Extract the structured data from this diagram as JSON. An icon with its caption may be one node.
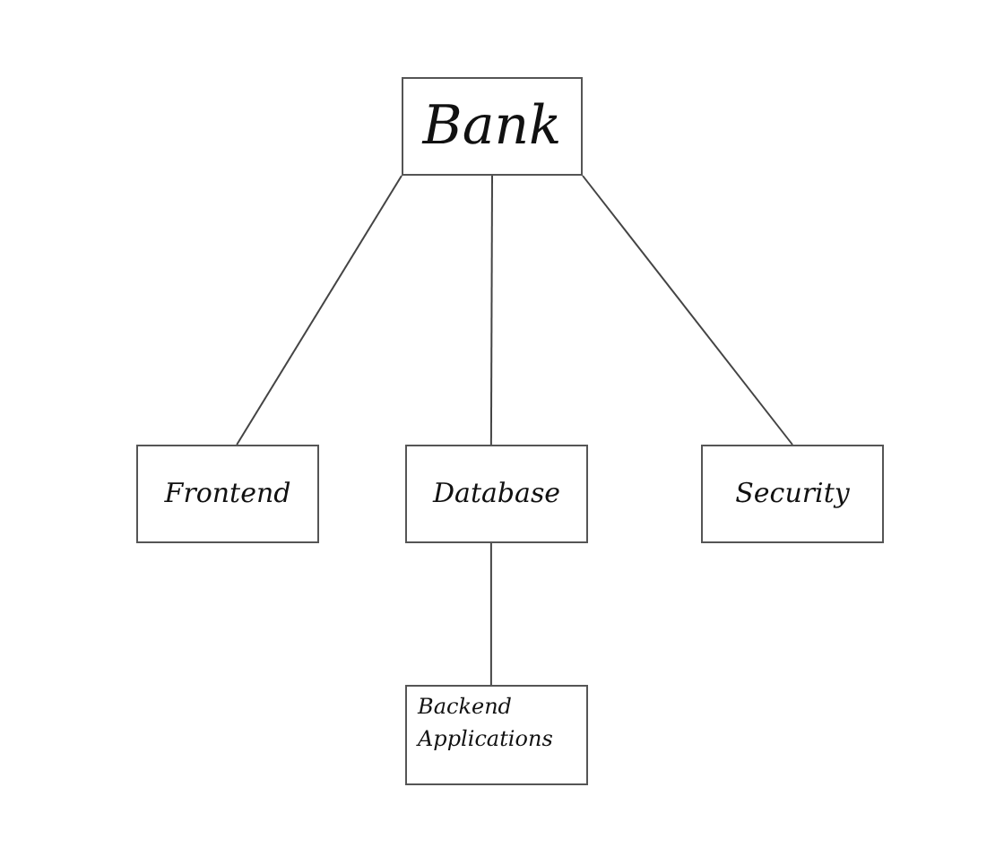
{
  "diagram": {
    "nodes": [
      {
        "text": [
          "Bank"
        ]
      },
      {
        "text": [
          "Frontend"
        ]
      },
      {
        "text": [
          "Database"
        ]
      },
      {
        "text": [
          "Security"
        ]
      },
      {
        "text": [
          "Backend Applications"
        ]
      }
    ],
    "edges": [
      {
        "from": 0,
        "to": 1,
        "arrow": "none"
      },
      {
        "from": 0,
        "to": 2,
        "arrow": "none"
      },
      {
        "from": 0,
        "to": 3,
        "arrow": "none"
      },
      {
        "from": 2,
        "to": 4,
        "arrow": "none"
      }
    ]
  }
}
